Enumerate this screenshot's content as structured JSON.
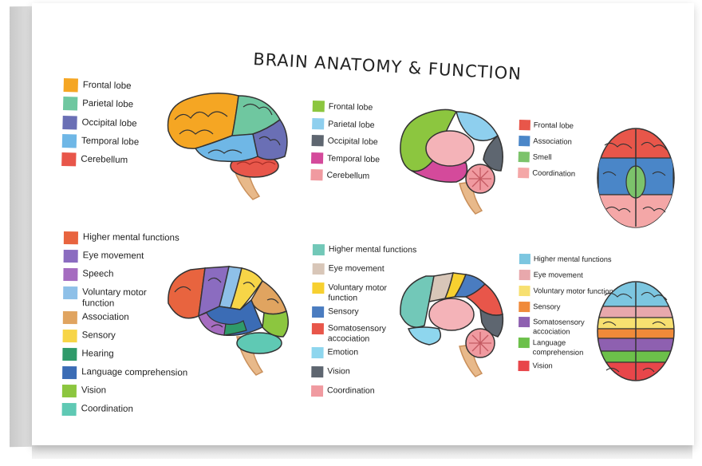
{
  "title": "BRAIN ANATOMY & FUNCTION",
  "colors": {
    "orange": "#f5a623",
    "teal": "#6fc7a0",
    "indigo": "#6a6fb5",
    "sky": "#6fb7e6",
    "red": "#e8564a",
    "green": "#8cc63f",
    "light_blue": "#8ecfee",
    "slate": "#5e6670",
    "magenta": "#d44a9b",
    "pink": "#f09aa0"
  },
  "legend_lateral_anatomy": [
    {
      "label": "Frontal lobe",
      "color": "#f5a623"
    },
    {
      "label": "Parietal lobe",
      "color": "#6fc7a0"
    },
    {
      "label": "Occipital lobe",
      "color": "#6a6fb5"
    },
    {
      "label": "Temporal lobe",
      "color": "#6fb7e6"
    },
    {
      "label": "Cerebellum",
      "color": "#e8564a"
    }
  ],
  "legend_medial_anatomy": [
    {
      "label": "Frontal lobe",
      "color": "#8cc63f"
    },
    {
      "label": "Parietal lobe",
      "color": "#8ecfee"
    },
    {
      "label": "Occipital lobe",
      "color": "#5e6670"
    },
    {
      "label": "Temporal lobe",
      "color": "#d44a9b"
    },
    {
      "label": "Cerebellum",
      "color": "#f09aa0"
    }
  ],
  "legend_top_anatomy": [
    {
      "label": "Frontal lobe",
      "color": "#e8564a"
    },
    {
      "label": "Association",
      "color": "#4a86c8"
    },
    {
      "label": "Smell",
      "color": "#7cc36b"
    },
    {
      "label": "Coordination",
      "color": "#f4a7a7"
    }
  ],
  "legend_lateral_function": [
    {
      "label": "Higher mental functions",
      "color": "#e8643f"
    },
    {
      "label": "Eye movement",
      "color": "#8b6cc0"
    },
    {
      "label": "Speech",
      "color": "#a56cc0"
    },
    {
      "label": "Voluntary motor function",
      "color": "#8ec0e8"
    },
    {
      "label": "Association",
      "color": "#e0a460"
    },
    {
      "label": "Sensory",
      "color": "#f7d547"
    },
    {
      "label": "Hearing",
      "color": "#2f9a6a"
    },
    {
      "label": "Language comprehension",
      "color": "#3b6cb5"
    },
    {
      "label": "Vision",
      "color": "#8cc63f"
    },
    {
      "label": "Coordination",
      "color": "#5fc9b4"
    }
  ],
  "legend_medial_function": [
    {
      "label": "Higher mental functions",
      "color": "#72c8b8"
    },
    {
      "label": "Eye movement",
      "color": "#d8c6b8"
    },
    {
      "label": "Voluntary motor function",
      "color": "#f7d030"
    },
    {
      "label": "Sensory",
      "color": "#4a7cc0"
    },
    {
      "label": "Somatosensory accociation",
      "color": "#e8564a"
    },
    {
      "label": "Emotion",
      "color": "#8ed6ee"
    },
    {
      "label": "Vision",
      "color": "#5e6670"
    },
    {
      "label": "Coordination",
      "color": "#f09aa0"
    }
  ],
  "legend_top_function": [
    {
      "label": "Higher mental functions",
      "color": "#7cc6e0"
    },
    {
      "label": "Eye movement",
      "color": "#e8a8ac"
    },
    {
      "label": "Voluntary motor function",
      "color": "#f7e070"
    },
    {
      "label": "Sensory",
      "color": "#f08a3a"
    },
    {
      "label": "Somatosensory accociation",
      "color": "#8e60b0"
    },
    {
      "label": "Language comprehension",
      "color": "#6cc04a"
    },
    {
      "label": "Vision",
      "color": "#e8464a"
    }
  ]
}
